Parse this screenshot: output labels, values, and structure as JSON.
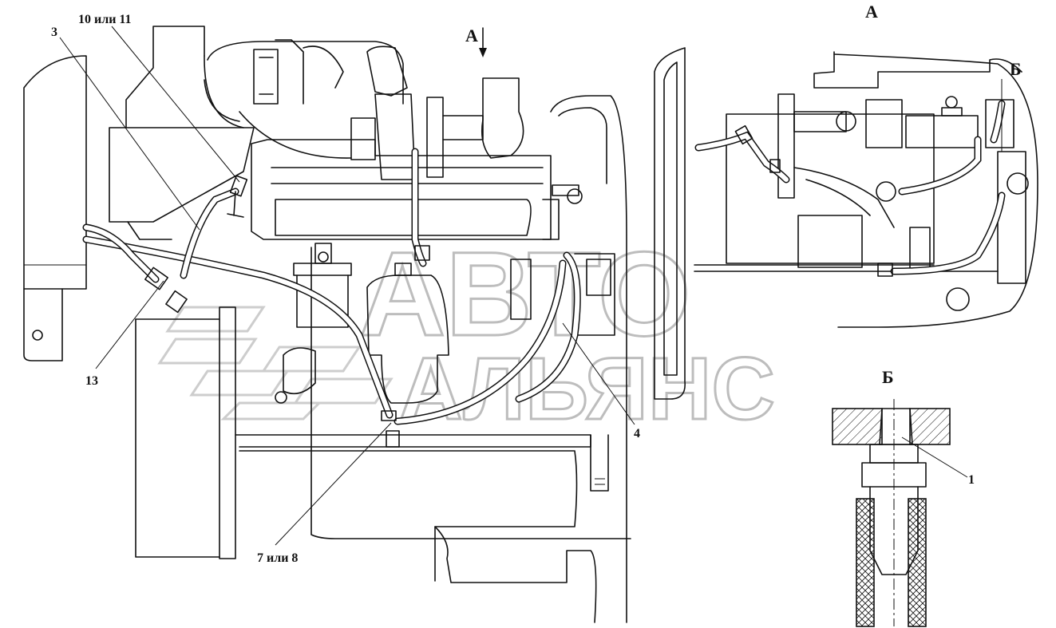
{
  "callouts": {
    "c3": "3",
    "c10_11": "10 или 11",
    "c13": "13",
    "c7_8": "7 или 8",
    "c4": "4",
    "c1": "1"
  },
  "views": {
    "arrow_a": "А",
    "view_a": "А",
    "mark_b": "Б",
    "detail_b": "Б"
  },
  "watermark": {
    "line1": "АВТО",
    "line2": "АЛЬЯНС"
  }
}
